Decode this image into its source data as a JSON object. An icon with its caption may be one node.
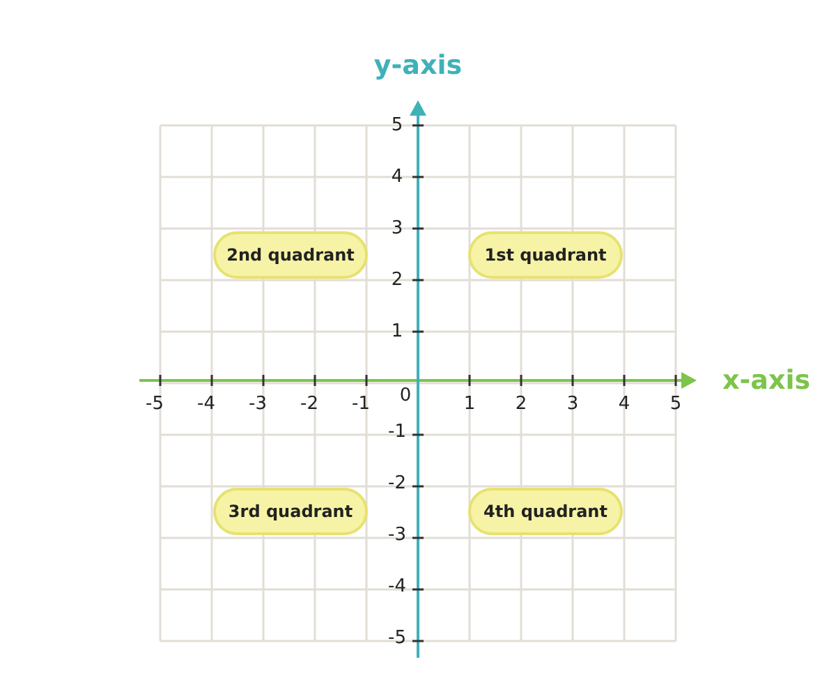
{
  "diagram": {
    "nodes": [
      {
        "text": [
          "2nd quadrant"
        ]
      },
      {
        "text": [
          "1st quadrant"
        ]
      },
      {
        "text": [
          "3rd quadrant"
        ]
      },
      {
        "text": [
          "4th quadrant"
        ]
      }
    ],
    "edges": [],
    "labels": [
      "y-axis",
      "5",
      "4",
      "3",
      "2",
      "1",
      "x-axis",
      "-5",
      "-4",
      "-3",
      "-2",
      "-1",
      "0",
      "1",
      "2",
      "3",
      "4",
      "5",
      "-1",
      "-2",
      "-3",
      "-4",
      "-5"
    ]
  }
}
